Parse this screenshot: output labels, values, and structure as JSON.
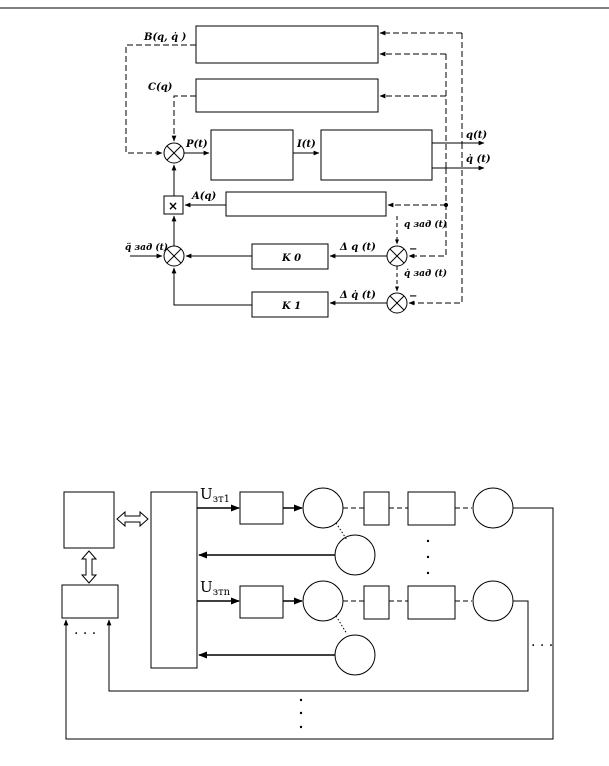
{
  "diagram_top": {
    "labels": {
      "b_label": "B(q, q̇ )",
      "c_label": "C(q)",
      "p_label": "P(t)",
      "i_label": "I(t)",
      "q_out": "q(t)",
      "qdot_out": "q̇ (t)",
      "a_label": "A(q)",
      "qzad": "q зад (t)",
      "qddot_zad": "q̈ зад (t)",
      "delta_q": "Δ q (t)",
      "k0": "K 0",
      "qdot_zad": "q̇ зад (t)",
      "delta_qdot": "Δ q̇ (t)",
      "k1": "K 1",
      "minus": "−",
      "times": "×"
    }
  },
  "diagram_bottom": {
    "labels": {
      "u_top_main": "U",
      "u_top_sub": "зт1",
      "u_bot_main": "U",
      "u_bot_sub": "зтn",
      "dots_right": "· · ·",
      "dots_left": "· · ·"
    }
  }
}
